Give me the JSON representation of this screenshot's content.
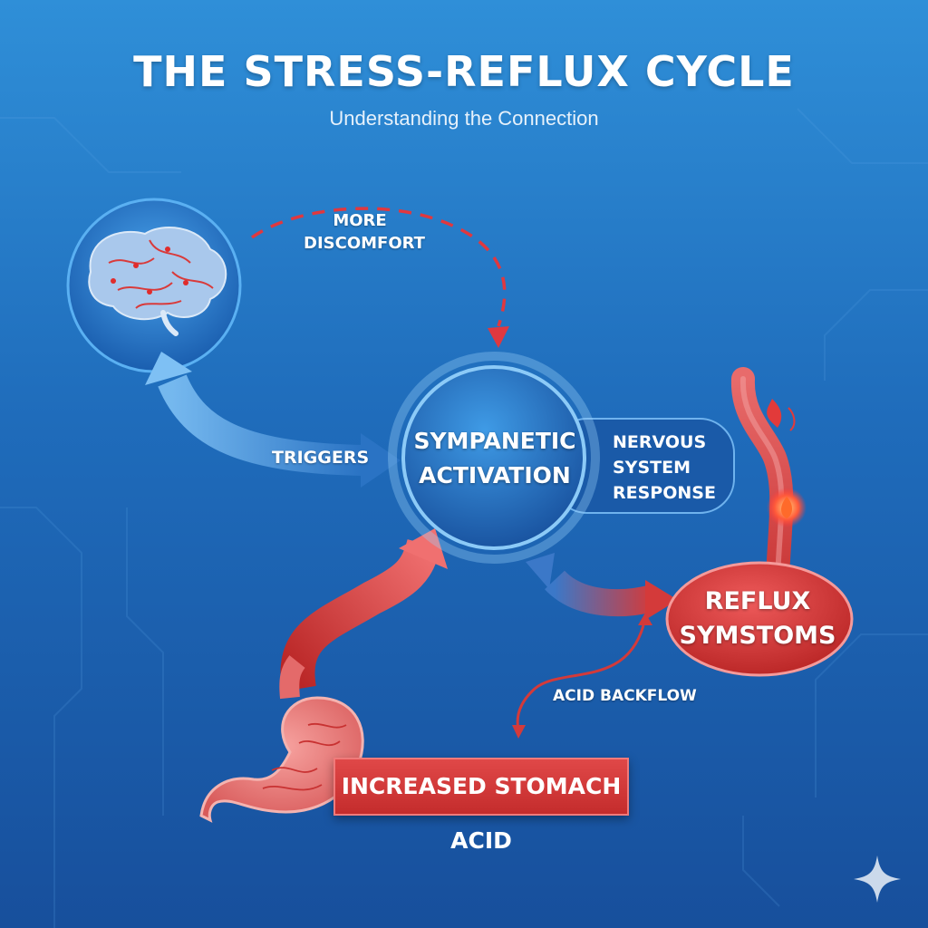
{
  "title": "THE STRESS-REFLUX CYCLE",
  "subtitle": "Understanding the Connection",
  "nodes": {
    "center": {
      "line1": "SYMPANETIC",
      "line2": "ACTIVATION"
    },
    "nervous": {
      "line1": "NERVOUS",
      "line2": "SYSTEM",
      "line3": "RESPONSE"
    },
    "reflux": {
      "line1": "REFLUX",
      "line2": "SYMSTOMS"
    },
    "stomach_acid": "INCREASED STOMACH ACID"
  },
  "edges": {
    "more_discomfort": {
      "line1": "MORE",
      "line2": "DISCOMFORT"
    },
    "triggers": "TRIGGERS",
    "acid_backflow": "ACID BACKFLOW"
  },
  "icons": [
    "brain-icon",
    "esophagus-icon",
    "flame-icon",
    "stomach-icon",
    "sparkle-icon"
  ],
  "colors": {
    "background_top": "#2f8fd8",
    "background_bottom": "#174f9c",
    "accent_red": "#d63a3a",
    "node_blue": "#1c5fae"
  }
}
